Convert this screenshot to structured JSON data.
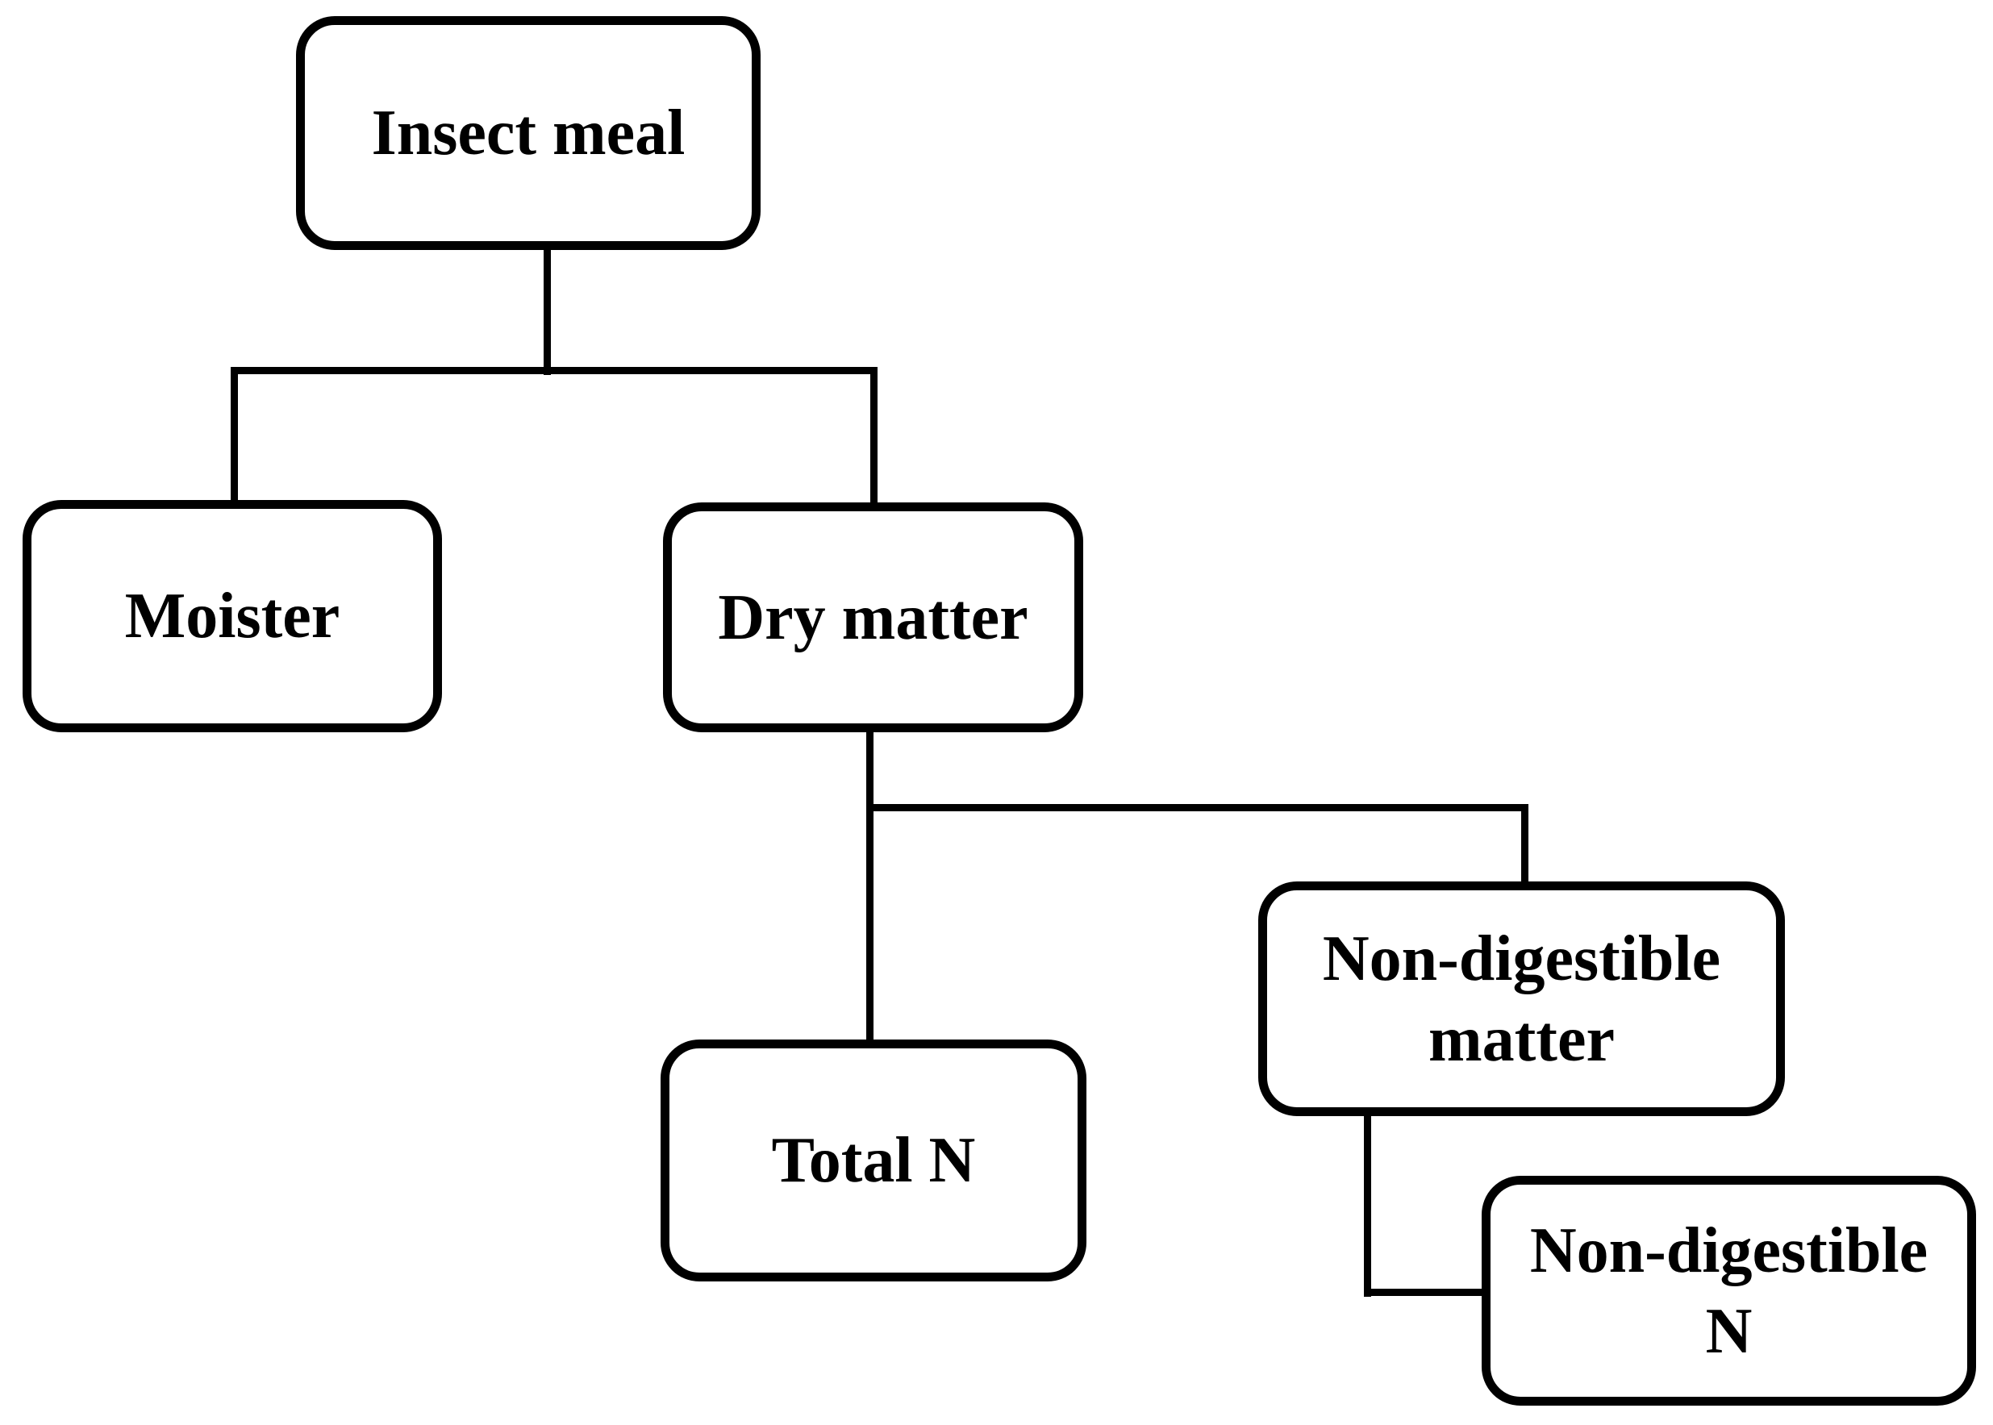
{
  "diagram": {
    "type": "flowchart",
    "colors": {
      "background": "#ffffff",
      "node_fill": "#ffffff",
      "node_border": "#000000",
      "line": "#000000",
      "text": "#000000"
    },
    "nodes": [
      {
        "id": "insect-meal",
        "label": "Insect meal"
      },
      {
        "id": "moister",
        "label": "Moister"
      },
      {
        "id": "dry-matter",
        "label": "Dry matter"
      },
      {
        "id": "total-n",
        "label": "Total N"
      },
      {
        "id": "non-digestible-matter",
        "label": "Non-digestible\nmatter"
      },
      {
        "id": "non-digestible-n",
        "label": "Non-digestible\nN"
      }
    ],
    "edges": [
      {
        "from": "insect-meal",
        "to": "moister"
      },
      {
        "from": "insect-meal",
        "to": "dry-matter"
      },
      {
        "from": "dry-matter",
        "to": "total-n"
      },
      {
        "from": "dry-matter",
        "to": "non-digestible-matter"
      },
      {
        "from": "non-digestible-matter",
        "to": "non-digestible-n"
      }
    ]
  }
}
